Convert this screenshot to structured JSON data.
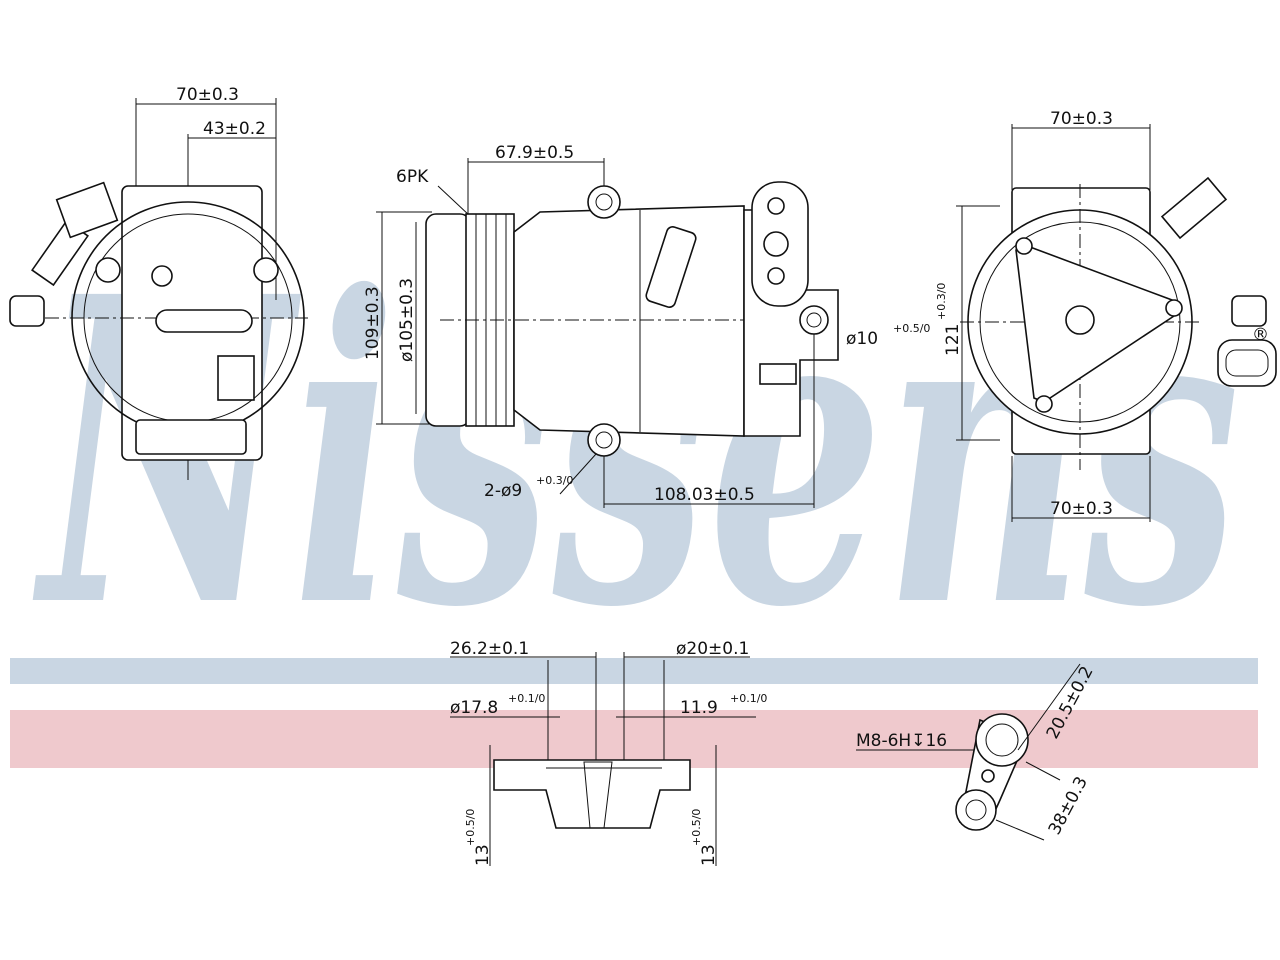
{
  "brand": {
    "watermark": "Nissens",
    "registered_mark": "®",
    "stripe_colors": {
      "blue": "#c9d6e3",
      "red": "#efc9cd",
      "watermark": "#c9d6e3"
    }
  },
  "left_view": {
    "dim_width": "70±0.3",
    "dim_offset": "43±0.2"
  },
  "side_view": {
    "belt": "6PK",
    "dim_clutch": "67.9±0.5",
    "dim_height": "109±0.3",
    "dim_pulley_dia": "ø105±0.3",
    "dim_hole_dia": "ø10",
    "dim_hole_tol": "+0.5/0",
    "dim_mount_holes": "2-ø9",
    "dim_mount_tol": "+0.3/0",
    "dim_length": "108.03±0.5"
  },
  "right_view": {
    "dim_top": "70±0.3",
    "dim_height": "121",
    "dim_height_tol": "+0.3/0",
    "dim_bottom": "70±0.3"
  },
  "port_detail": {
    "dim_a": "26.2±0.1",
    "dim_b": "ø20±0.1",
    "dim_c": "ø17.8",
    "dim_c_tol": "+0.1/0",
    "dim_d": "11.9",
    "dim_d_tol": "+0.1/0",
    "dim_e": "13",
    "dim_e_tol": "+0.5/0",
    "dim_f": "13",
    "dim_f_tol": "+0.5/0"
  },
  "flange_detail": {
    "thread": "M8-6H↧16",
    "dim_a": "20.5±0.2",
    "dim_b": "38±0.3"
  }
}
